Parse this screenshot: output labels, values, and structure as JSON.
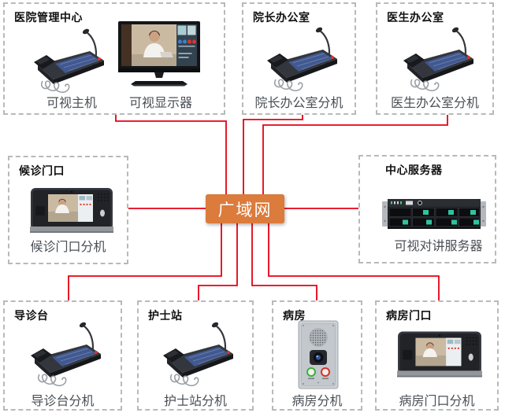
{
  "network": {
    "hub": {
      "label": "广域网"
    },
    "colors": {
      "line": "#E60012",
      "hub_bg": "#DB7B3C",
      "box_border": "#B9B9B9",
      "title_text": "#111111",
      "caption_text": "#4A4F54"
    },
    "groups": [
      {
        "title": "医院管理中心",
        "devices": [
          {
            "type": "desk-intercom",
            "caption": "可视主机"
          },
          {
            "type": "video-monitor",
            "caption": "可视显示器"
          }
        ]
      },
      {
        "title": "院长办公室",
        "devices": [
          {
            "type": "desk-intercom",
            "caption": "院长办公室分机"
          }
        ]
      },
      {
        "title": "医生办公室",
        "devices": [
          {
            "type": "desk-intercom",
            "caption": "医生办公室分机"
          }
        ]
      },
      {
        "title": "候诊门口",
        "devices": [
          {
            "type": "wall-intercom",
            "caption": "候诊门口分机"
          }
        ]
      },
      {
        "title": "中心服务器",
        "devices": [
          {
            "type": "rack-server",
            "caption": "可视对讲服务器"
          }
        ]
      },
      {
        "title": "导诊台",
        "devices": [
          {
            "type": "desk-intercom",
            "caption": "导诊台分机"
          }
        ]
      },
      {
        "title": "护士站",
        "devices": [
          {
            "type": "desk-intercom",
            "caption": "护士站分机"
          }
        ]
      },
      {
        "title": "病房",
        "devices": [
          {
            "type": "room-panel",
            "caption": "病房分机"
          }
        ]
      },
      {
        "title": "病房门口",
        "devices": [
          {
            "type": "wall-intercom",
            "caption": "病房门口分机"
          }
        ]
      }
    ]
  }
}
